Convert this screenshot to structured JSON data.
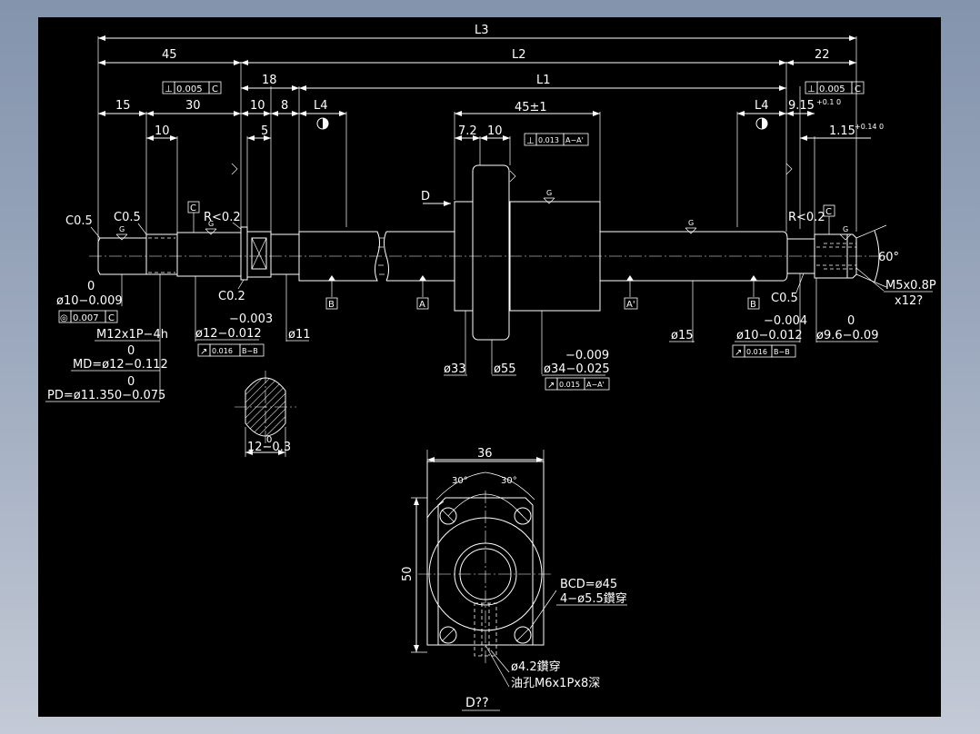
{
  "colors": {
    "background": "#000000",
    "frame": "#8d9ab0",
    "lines": "#ffffff"
  },
  "dims_top": {
    "L3": "L3",
    "d45": "45",
    "L2": "L2",
    "d22": "22",
    "d18": "18",
    "L1": "L1",
    "d15": "15",
    "d30": "30",
    "d10a": "10",
    "d8": "8",
    "L4a": "L4",
    "d10b": "10",
    "d5": "5",
    "L4b": "L4",
    "d9_15": "9.15",
    "d9_15_tol": "+0.1 0",
    "d1_15": "1.15",
    "d1_15_tol": "+0.14 0",
    "d45pm1": "45±1",
    "d7_2": "7.2",
    "d10c": "10"
  },
  "gdt": {
    "perp_left": "0.005",
    "perp_left_ref": "C",
    "perp_right": "0.005",
    "perp_right_ref": "C",
    "perp_nut": "0.013",
    "perp_nut_ref": "A−A'",
    "conc": "0.007",
    "conc_ref": "C",
    "runout_left": "0.016",
    "runout_left_ref": "B−B",
    "runout_right": "0.016",
    "runout_right_ref": "B−B",
    "runout_nut": "0.015",
    "runout_nut_ref": "A−A'"
  },
  "labels": {
    "c05_a": "C0.5",
    "c05_b": "C0.5",
    "c05_c": "C0.5",
    "c02": "C0.2",
    "r02_a": "R<0.2",
    "r02_b": "R<0.2",
    "datum_c": "C",
    "datum_b": "B",
    "datum_a": "A",
    "datum_a2": "A'",
    "datum_b2": "B",
    "datum_c2": "C",
    "view_d": "D",
    "dia10_tol_top": "0",
    "dia10": "ø10−0.009",
    "thread": "M12x1P−4h",
    "md_top": "0",
    "md": "MD=ø12−0.112",
    "pd_top": "0",
    "pd": "PD=ø11.350−0.075",
    "dia12_top": "−0.003",
    "dia12": "ø12−0.012",
    "dia11": "ø11",
    "dia33": "ø33",
    "dia55": "ø55",
    "dia34_top": "−0.009",
    "dia34": "ø34−0.025",
    "dia15": "ø15",
    "dia10b_top": "−0.004",
    "dia10b": "ø10−0.012",
    "dia96_top": "0",
    "dia96": "ø9.6−0.09",
    "angle60": "60°",
    "m5": "M5x0.8P",
    "m5_depth": "x12?",
    "key_top": "0",
    "key": "12−0.3",
    "g": "G"
  },
  "flange": {
    "width": "36",
    "height": "50",
    "ang_l": "30°",
    "ang_r": "30°",
    "bcd": "BCD=ø45",
    "holes": "4−ø5.5鑽穿",
    "oil1": "ø4.2鑽穿",
    "oil2": "油孔M6x1Px8深",
    "caption": "D??"
  }
}
